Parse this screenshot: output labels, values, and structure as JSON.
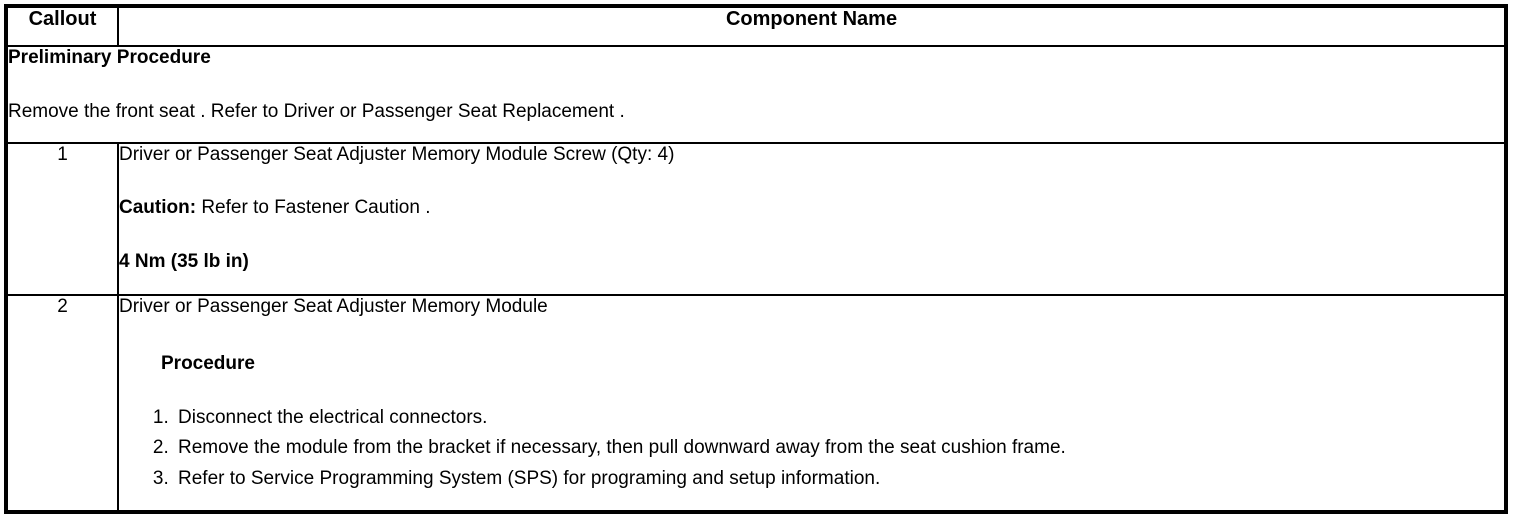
{
  "colors": {
    "border": "#000000",
    "text": "#000000",
    "background": "#ffffff"
  },
  "table": {
    "header": {
      "callout": "Callout",
      "component_name": "Component Name"
    },
    "preliminary": {
      "title": "Preliminary Procedure",
      "instruction": "Remove the front seat . Refer to Driver or Passenger Seat Replacement ."
    },
    "rows": [
      {
        "callout": "1",
        "component": "Driver or Passenger Seat Adjuster Memory Module Screw (Qty: 4)",
        "caution_label": "Caution:",
        "caution_text": "Refer to Fastener Caution .",
        "torque_spec": "4 Nm (35 lb in)"
      },
      {
        "callout": "2",
        "component": "Driver or Passenger Seat Adjuster Memory Module",
        "procedure_title": "Procedure",
        "steps": [
          "Disconnect the electrical connectors.",
          "Remove the module from the bracket if necessary, then pull downward away from the seat cushion frame.",
          "Refer to Service Programming System (SPS) for programing and setup information."
        ]
      }
    ]
  }
}
